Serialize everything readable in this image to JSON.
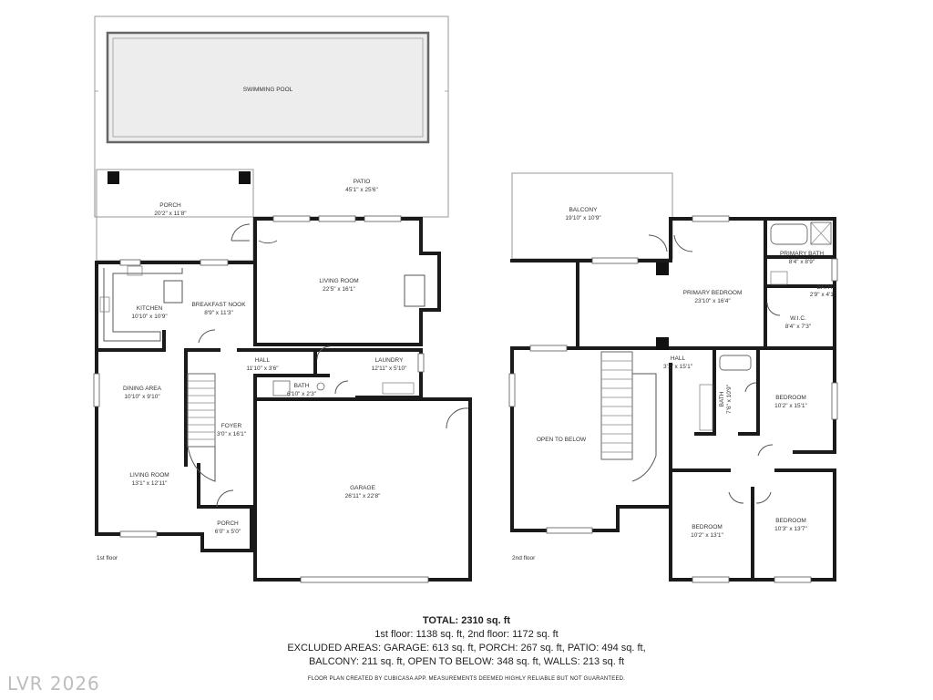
{
  "rooms": {
    "swimming_pool": {
      "name": "SWIMMING POOL",
      "dim": ""
    },
    "patio": {
      "name": "PATIO",
      "dim": "45'1\" x 25'6\""
    },
    "porch_back": {
      "name": "PORCH",
      "dim": "20'2\" x 11'8\""
    },
    "living_room_1": {
      "name": "LIVING ROOM",
      "dim": "22'5\" x 16'1\""
    },
    "kitchen": {
      "name": "KITCHEN",
      "dim": "10'10\" x 10'9\""
    },
    "breakfast_nook": {
      "name": "BREAKFAST NOOK",
      "dim": "8'9\" x 11'3\""
    },
    "hall_1": {
      "name": "HALL",
      "dim": "11'10\" x 3'6\""
    },
    "laundry": {
      "name": "LAUNDRY",
      "dim": "12'11\" x 5'10\""
    },
    "bath_1": {
      "name": "BATH",
      "dim": "6'10\" x 2'3\""
    },
    "dining_area": {
      "name": "DINING AREA",
      "dim": "10'10\" x 9'10\""
    },
    "foyer": {
      "name": "FOYER",
      "dim": "3'0\" x 16'1\""
    },
    "garage": {
      "name": "GARAGE",
      "dim": "26'11\" x 22'8\""
    },
    "living_room_2": {
      "name": "LIVING ROOM",
      "dim": "13'1\" x 12'11\""
    },
    "porch_front": {
      "name": "PORCH",
      "dim": "6'0\" x 5'0\""
    },
    "balcony": {
      "name": "BALCONY",
      "dim": "19'10\" x 10'9\""
    },
    "primary_bedroom": {
      "name": "PRIMARY BEDROOM",
      "dim": "23'10\" x 16'4\""
    },
    "primary_bath": {
      "name": "PRIMARY BATH",
      "dim": "8'4\" x 8'9\""
    },
    "bath_small": {
      "name": "BATH",
      "dim": "2'9\" x 4'1\""
    },
    "wic": {
      "name": "W.I.C.",
      "dim": "8'4\" x 7'3\""
    },
    "hall_2": {
      "name": "HALL",
      "dim": "3'1\" x 15'1\""
    },
    "bath_2": {
      "name": "BATH",
      "dim": "7'6\" x 10'9\""
    },
    "bedroom_a": {
      "name": "BEDROOM",
      "dim": "10'2\" x 15'1\""
    },
    "open_to_below": {
      "name": "OPEN TO BELOW",
      "dim": ""
    },
    "bedroom_b": {
      "name": "BEDROOM",
      "dim": "10'2\" x 13'1\""
    },
    "bedroom_c": {
      "name": "BEDROOM",
      "dim": "10'3\" x 13'7\""
    }
  },
  "floors": {
    "first": "1st floor",
    "second": "2nd floor"
  },
  "summary": {
    "title": "TOTAL: 2310 sq. ft",
    "line1": "1st floor: 1138 sq. ft, 2nd floor: 1172 sq. ft",
    "line2": "EXCLUDED AREAS: GARAGE: 613 sq. ft, PORCH: 267 sq. ft, PATIO: 494 sq. ft,",
    "line3": "BALCONY: 211 sq. ft, OPEN TO BELOW: 348 sq. ft, WALLS: 213 sq. ft",
    "note": "FLOOR PLAN CREATED BY CUBICASA APP. MEASUREMENTS DEEMED HIGHLY RELIABLE BUT NOT GUARANTEED."
  },
  "watermark": "LVR 2026"
}
